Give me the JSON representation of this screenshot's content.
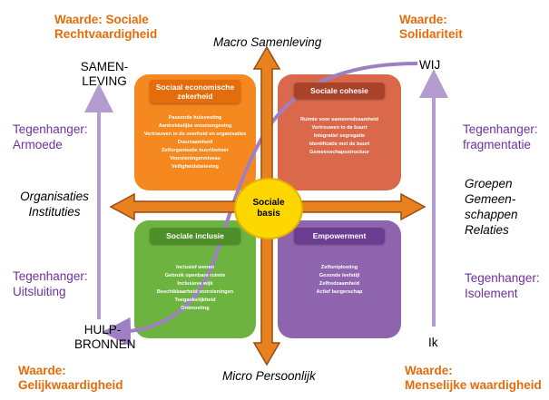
{
  "corners": {
    "top_left": [
      "Waarde: Sociale",
      "Rechtvaardigheid"
    ],
    "top_right": [
      "Waarde:",
      "Solidariteit"
    ],
    "bottom_left": [
      "Waarde:",
      "Gelijkwaardigheid"
    ],
    "bottom_right": [
      "Waarde:",
      "Menselijke waardigheid"
    ]
  },
  "axes": {
    "top": "Macro Samenleving",
    "bottom": "Micro Persoonlijk",
    "left": [
      "Organisaties",
      "Instituties"
    ],
    "right": [
      "Groepen",
      "Gemeen-",
      "schappen",
      "Relaties"
    ]
  },
  "labels": {
    "samenleving": [
      "SAMEN-",
      "LEVING"
    ],
    "wij": "WIJ",
    "hulpbronnen": [
      "HULP-",
      "BRONNEN"
    ],
    "ik": "Ik"
  },
  "counterparts": {
    "armoede": [
      "Tegenhanger:",
      "Armoede"
    ],
    "fragmentatie": [
      "Tegenhanger:",
      "fragmentatie"
    ],
    "uitsluiting": [
      "Tegenhanger:",
      "Uitsluiting"
    ],
    "isolement": [
      "Tegenhanger:",
      "Isolement"
    ]
  },
  "center": [
    "Sociale",
    "basis"
  ],
  "quadrants": {
    "top_left": {
      "title": [
        "Sociaal economische",
        "zekerheid"
      ],
      "items": [
        "Passende huisvesting",
        "Aantrekkelijke woonomgeving",
        "Vertrouwen in de overheid en organisaties",
        "Duurzaamheid",
        "Zelforganisatie buurtbeheer",
        "Voorzieningenniveau",
        "Veiligheidsbeleving"
      ],
      "color": "#f5891f"
    },
    "top_right": {
      "title": [
        "Sociale cohesie"
      ],
      "items": [
        "Ruimte voor samenredzaamheid",
        "Vertrouwen in de buurt",
        "Integratie/ segregatie",
        "Identificatie met de buurt",
        "Gemeenschapsstructuur"
      ],
      "color": "#d9694a"
    },
    "bottom_left": {
      "title": [
        "Sociale inclusie"
      ],
      "items": [
        "Inclusief wonen",
        "Gebruik openbare ruimte",
        "Inclusieve wijk",
        "Beschikbaarheid voorzieningen",
        "Toegankelijkheid",
        "Ontmoeting"
      ],
      "color": "#6db33f"
    },
    "bottom_right": {
      "title": [
        "Empowerment"
      ],
      "items": [
        "Zelfontplooiing",
        "Gezonde leefstijl",
        "Zelfredzaamheid",
        "Actief burgerschap"
      ],
      "color": "#8e64ae"
    }
  },
  "colors": {
    "orange_text": "#e46c0a",
    "purple_text": "#7030a0",
    "arrow_fill": "#e8821f",
    "arrow_stroke": "#9a4b12",
    "side_arrow": "#b39cd0",
    "center_fill": "#ffd700"
  }
}
